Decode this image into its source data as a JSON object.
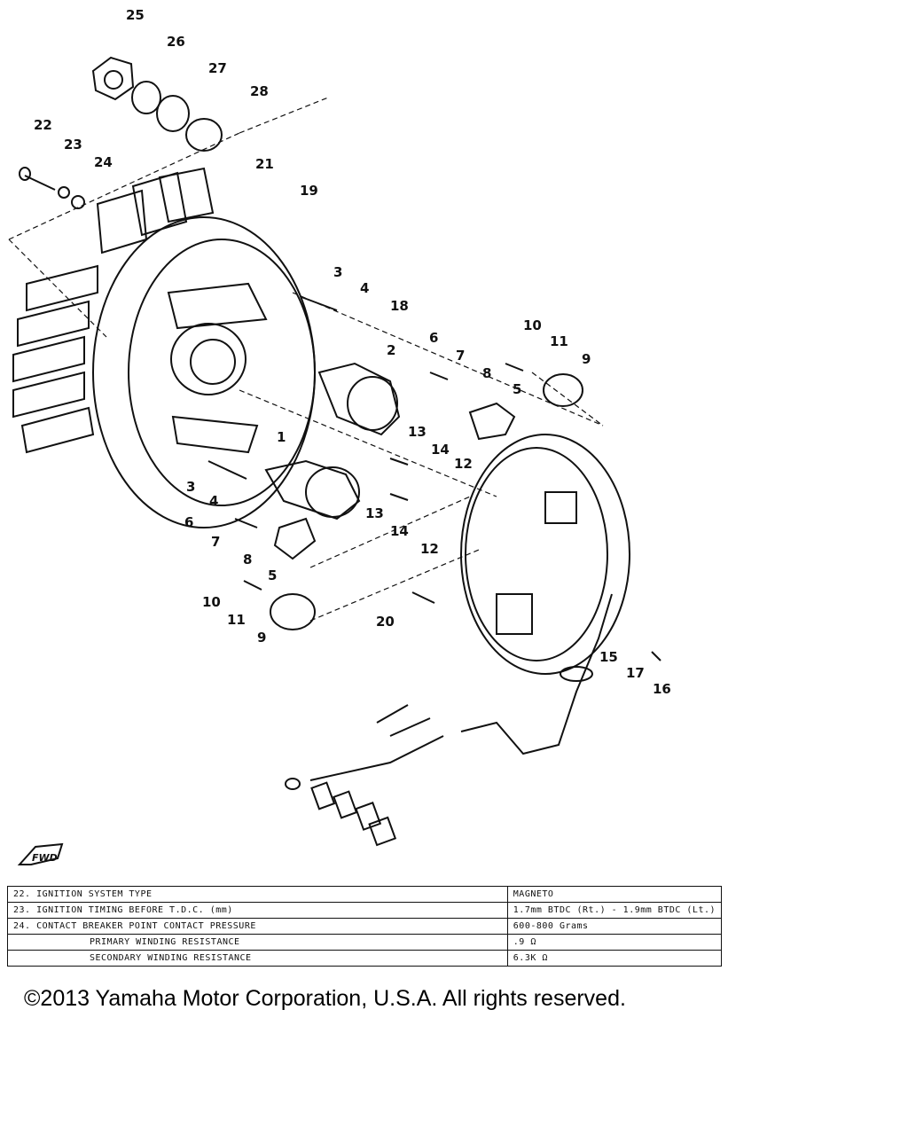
{
  "callouts": [
    "25",
    "26",
    "27",
    "28",
    "22",
    "23",
    "24",
    "21",
    "19",
    "3",
    "4",
    "18",
    "6",
    "7",
    "8",
    "10",
    "11",
    "9",
    "2",
    "5",
    "13",
    "14",
    "12",
    "1",
    "3",
    "4",
    "6",
    "7",
    "8",
    "5",
    "13",
    "14",
    "12",
    "10",
    "11",
    "9",
    "20",
    "15",
    "17",
    "16"
  ],
  "fwd_label": "FWD",
  "specs": [
    {
      "label": "22.  IGNITION SYSTEM TYPE",
      "value": "MAGNETO"
    },
    {
      "label": "23.  IGNITION TIMING BEFORE T.D.C. (mm)",
      "value": "1.7mm BTDC (Rt.) - 1.9mm BTDC (Lt.)"
    },
    {
      "label": "24.  CONTACT BREAKER POINT CONTACT PRESSURE",
      "value": "600-800 Grams"
    },
    {
      "label": "PRIMARY WINDING RESISTANCE",
      "value": ".9 Ω"
    },
    {
      "label": "SECONDARY WINDING RESISTANCE",
      "value": "6.3K Ω"
    }
  ],
  "copyright": "©2013 Yamaha Motor Corporation, U.S.A. All rights reserved."
}
